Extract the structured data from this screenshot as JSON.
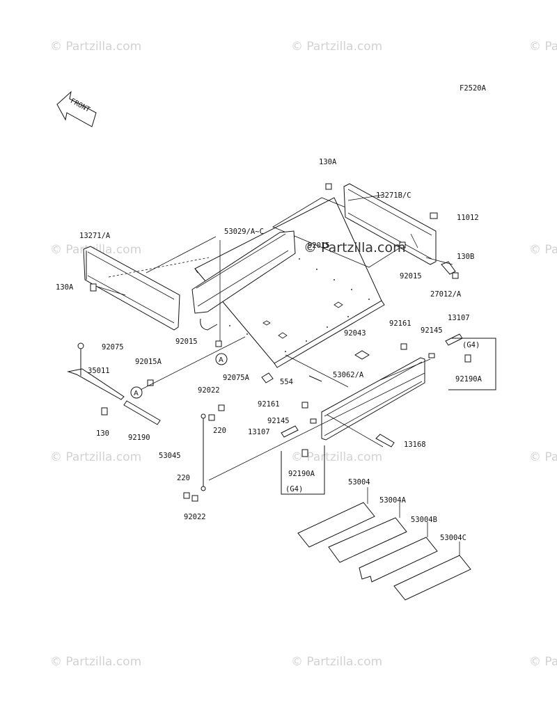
{
  "diagram_code": "F2520A",
  "front_label": "FRONT",
  "watermark": "© Partzilla.com",
  "watermark_center": "© Partzilla.com",
  "group_label": "(G4)",
  "callout_letter": "A",
  "parts": {
    "p130A_top": "130A",
    "p13271BC": "13271B/C",
    "p11012": "11012",
    "p130B": "130B",
    "p92015_r": "92015",
    "p27012A": "27012/A",
    "p13271A": "13271/A",
    "p53029AC": "53029/A~C",
    "p92015_hidden": "92015",
    "p130A_left": "130A",
    "p92015_l": "92015",
    "p92075": "92075",
    "p35011": "35011",
    "p92015A": "92015A",
    "p130": "130",
    "p92190": "92190",
    "p92161_r": "92161",
    "p92145_r": "92145",
    "p13107_r": "13107",
    "p92043": "92043",
    "p92190A_r": "92190A",
    "p92075A": "92075A",
    "p554": "554",
    "p53062A": "53062/A",
    "p92022_t": "92022",
    "p220_t": "220",
    "p92161_l": "92161",
    "p92145_l": "92145",
    "p13107_l": "13107",
    "p13168": "13168",
    "p53045": "53045",
    "p92190A_l": "92190A",
    "p220_b": "220",
    "p92022_b": "92022",
    "p53004": "53004",
    "p53004A": "53004A",
    "p53004B": "53004B",
    "p53004C": "53004C"
  }
}
